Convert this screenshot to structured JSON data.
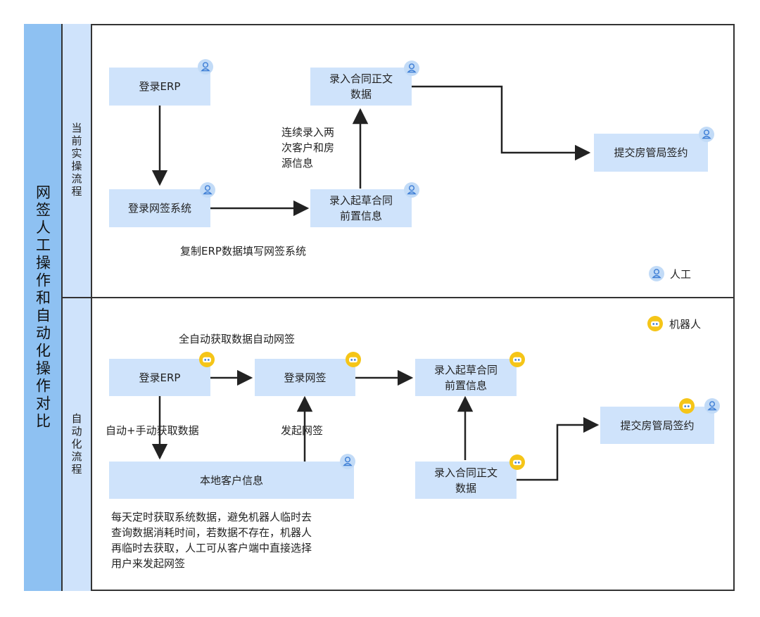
{
  "title": "网签人工操作和自动化操作对比",
  "lanes": {
    "current": "当前实操流程",
    "auto": "自动化流程"
  },
  "current_flow": {
    "login_erp": "登录ERP",
    "login_netsign": "登录网签系统",
    "enter_draft_pre": "录入起草合同\n前置信息",
    "enter_contract_text": "录入合同正文\n数据",
    "submit_sign": "提交房管局签约",
    "note_copy": "复制ERP数据填写网签系统",
    "note_repeat": "连续录入两\n次客户和房\n源信息"
  },
  "auto_flow": {
    "login_erp": "登录ERP",
    "login_netsign": "登录网签",
    "enter_draft_pre": "录入起草合同\n前置信息",
    "enter_contract_text": "录入合同正文\n数据",
    "submit_sign": "提交房管局签约",
    "local_customer": "本地客户信息",
    "note_full_auto": "全自动获取数据自动网签",
    "note_fetch": "自动+手动获取数据",
    "note_initiate": "发起网签",
    "note_daily": "每天定时获取系统数据，避免机器人临时去\n查询数据消耗时间，若数据不存在，机器人\n再临时去获取，人工可从客户端中直接选择\n用户来发起网签"
  },
  "legend": {
    "human": "人工",
    "robot": "机器人"
  },
  "colors": {
    "title_bg": "#8ec1f2",
    "lane_bg": "#cfe3fb",
    "node_bg": "#cfe3fb",
    "human_badge": "#c2dbf7",
    "robot_badge": "#f5c518"
  }
}
